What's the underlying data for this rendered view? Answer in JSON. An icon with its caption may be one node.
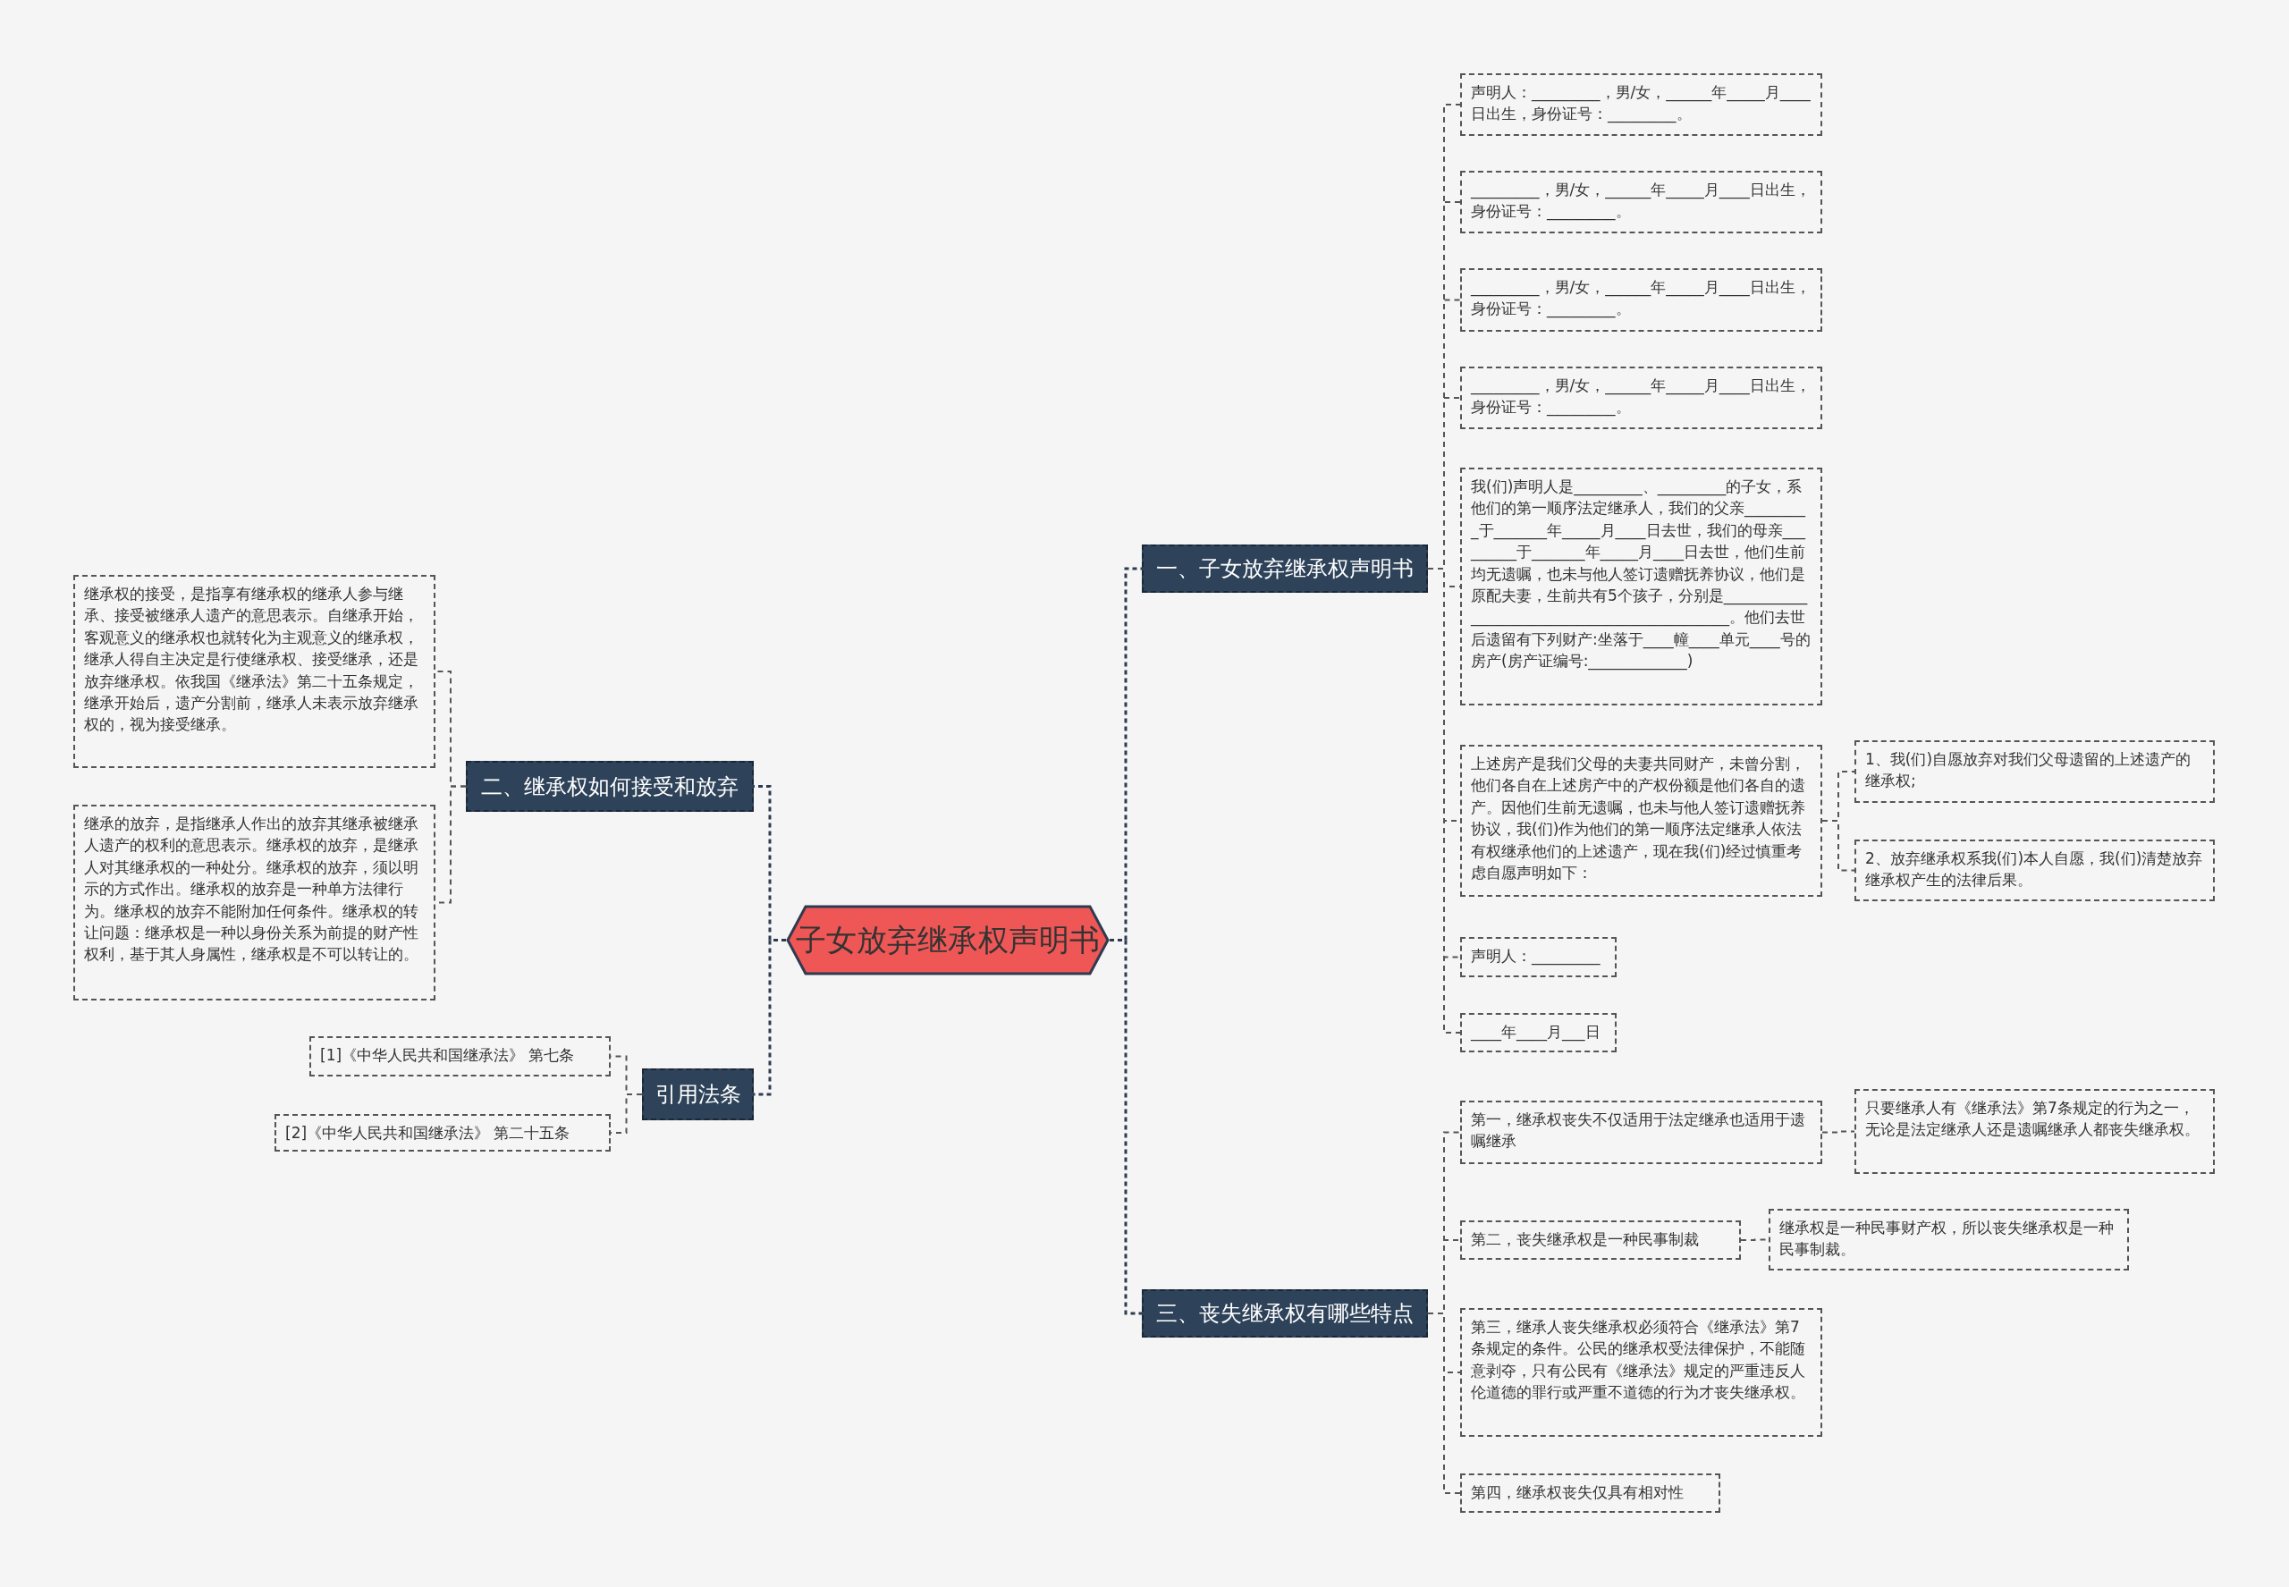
{
  "diagram": {
    "nodes": [
      {
        "text": [
          "子女放弃继承权声明书"
        ]
      },
      {
        "text": [
          "一、子女放弃继承权声明书"
        ]
      },
      {
        "text": [
          "声明人：_________，男/女，______年_____月____日出生，身份证号：_________。"
        ]
      },
      {
        "text": [
          "_________，男/女，______年_____月____日出生，身份证号：_________。"
        ]
      },
      {
        "text": [
          "_________，男/女，______年_____月____日出生，身份证号：_________。"
        ]
      },
      {
        "text": [
          "_________，男/女，______年_____月____日出生，身份证号：_________。"
        ]
      },
      {
        "text": [
          "我(们)声明人是_________、_________的子女，系他们的第一顺序法定继承人，我们的父亲_________于_______年_____月____日去世，我们的母亲_________于_______年_____月____日去世，他们生前均无遗嘱，也未与他人签订遗赠抚养协议，他们是原配夫妻，生前共有5个孩子，分别是_____________________________________________。他们去世后遗留有下列财产:坐落于____幢____单元____号的房产(房产证编号:_____________)"
        ]
      },
      {
        "text": [
          "上述房产是我们父母的夫妻共同财产，未曾分割，他们各自在上述房产中的产权份额是他们各自的遗产。因他们生前无遗嘱，也未与他人签订遗赠抚养协议，我(们)作为他们的第一顺序法定继承人依法有权继承他们的上述遗产，现在我(们)经过慎重考虑自愿声明如下："
        ]
      },
      {
        "text": [
          "1、我(们)自愿放弃对我们父母遗留的上述遗产的继承权;"
        ]
      },
      {
        "text": [
          "2、放弃继承权系我(们)本人自愿，我(们)清楚放弃继承权产生的法律后果。"
        ]
      },
      {
        "text": [
          "声明人：_________"
        ]
      },
      {
        "text": [
          "____年____月___日"
        ]
      },
      {
        "text": [
          "三、丧失继承权有哪些特点"
        ]
      },
      {
        "text": [
          "第一，继承权丧失不仅适用于法定继承也适用于遗嘱继承"
        ]
      },
      {
        "text": [
          "只要继承人有《继承法》第7条规定的行为之一，无论是法定继承人还是遗嘱继承人都丧失继承权。"
        ]
      },
      {
        "text": [
          "第二，丧失继承权是一种民事制裁"
        ]
      },
      {
        "text": [
          "继承权是一种民事财产权，所以丧失继承权是一种民事制裁。"
        ]
      },
      {
        "text": [
          "第三，继承人丧失继承权必须符合《继承法》第7条规定的条件。公民的继承权受法律保护，不能随意剥夺，只有公民有《继承法》规定的严重违反人伦道德的罪行或严重不道德的行为才丧失继承权。"
        ]
      },
      {
        "text": [
          "第四，继承权丧失仅具有相对性"
        ]
      },
      {
        "text": [
          "二、继承权如何接受和放弃"
        ]
      },
      {
        "text": [
          "继承权的接受，是指享有继承权的继承人参与继承、接受被继承人遗产的意思表示。自继承开始，客观意义的继承权也就转化为主观意义的继承权，继承人得自主决定是行使继承权、接受继承，还是放弃继承权。依我国《继承法》第二十五条规定，继承开始后，遗产分割前，继承人未表示放弃继承权的，视为接受继承。"
        ]
      },
      {
        "text": [
          "继承的放弃，是指继承人作出的放弃其继承被继承人遗产的权利的意思表示。继承权的放弃，是继承人对其继承权的一种处分。继承权的放弃，须以明示的方式作出。继承权的放弃是一种单方法律行为。继承权的放弃不能附加任何条件。继承权的转让问题：继承权是一种以身份关系为前提的财产性权利，基于其人身属性，继承权是不可以转让的。"
        ]
      },
      {
        "text": [
          "引用法条"
        ]
      },
      {
        "text": [
          "[1]《中华人民共和国继承法》 第七条"
        ]
      },
      {
        "text": [
          "[2]《中华人民共和国继承法》 第二十五条"
        ]
      }
    ],
    "edges": [
      {
        "from": 0,
        "to": 1,
        "arrow": "none"
      },
      {
        "from": 1,
        "to": 2,
        "arrow": "none"
      },
      {
        "from": 1,
        "to": 3,
        "arrow": "none"
      },
      {
        "from": 1,
        "to": 4,
        "arrow": "none"
      },
      {
        "from": 1,
        "to": 5,
        "arrow": "none"
      },
      {
        "from": 1,
        "to": 6,
        "arrow": "none"
      },
      {
        "from": 1,
        "to": 7,
        "arrow": "none"
      },
      {
        "from": 7,
        "to": 8,
        "arrow": "none"
      },
      {
        "from": 7,
        "to": 9,
        "arrow": "none"
      },
      {
        "from": 1,
        "to": 10,
        "arrow": "none"
      },
      {
        "from": 1,
        "to": 11,
        "arrow": "none"
      },
      {
        "from": 0,
        "to": 12,
        "arrow": "none"
      },
      {
        "from": 12,
        "to": 13,
        "arrow": "none"
      },
      {
        "from": 13,
        "to": 14,
        "arrow": "none"
      },
      {
        "from": 12,
        "to": 15,
        "arrow": "none"
      },
      {
        "from": 15,
        "to": 16,
        "arrow": "none"
      },
      {
        "from": 12,
        "to": 17,
        "arrow": "none"
      },
      {
        "from": 12,
        "to": 18,
        "arrow": "none"
      },
      {
        "from": 0,
        "to": 19,
        "arrow": "none"
      },
      {
        "from": 19,
        "to": 20,
        "arrow": "none"
      },
      {
        "from": 19,
        "to": 21,
        "arrow": "none"
      },
      {
        "from": 0,
        "to": 22,
        "arrow": "none"
      },
      {
        "from": 22,
        "to": 23,
        "arrow": "none"
      },
      {
        "from": 22,
        "to": 24,
        "arrow": "none"
      }
    ]
  }
}
